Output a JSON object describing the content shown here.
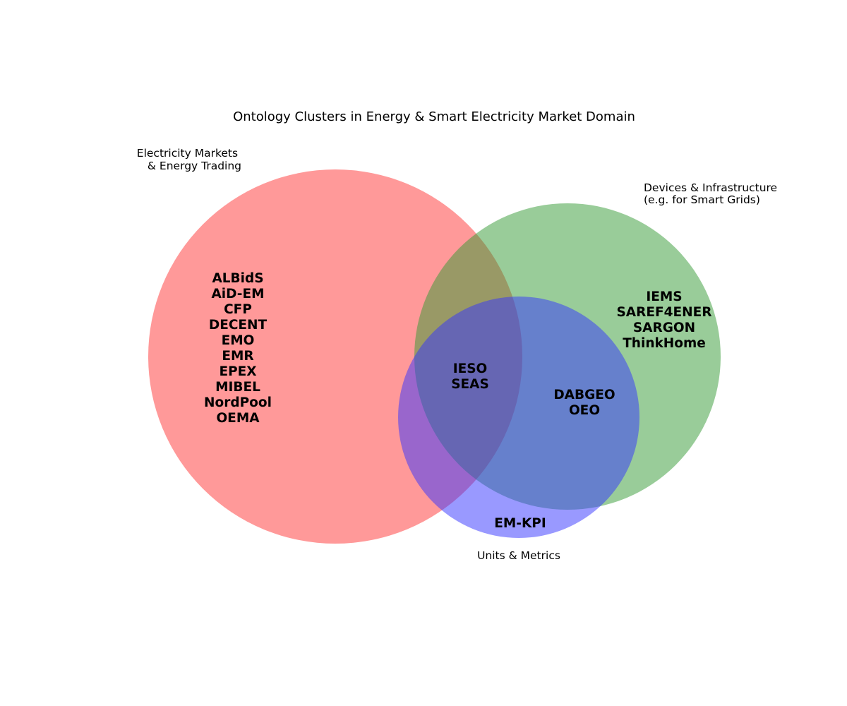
{
  "title": "Ontology Clusters in Energy & Smart Electricity Market Domain",
  "colors": {
    "markets": "#ff3333",
    "devices": "#339933",
    "units": "#3333ff"
  },
  "sets": {
    "markets": {
      "label_line1": "Electricity Markets",
      "label_line2": "& Energy Trading"
    },
    "devices": {
      "label_line1": "Devices & Infrastructure",
      "label_line2": "(e.g. for Smart Grids)"
    },
    "units": {
      "label_line1": "Units & Metrics"
    }
  },
  "regions": {
    "markets_only": [
      "ALBidS",
      "AiD-EM",
      "CFP",
      "DECENT",
      "EMO",
      "EMR",
      "EPEX",
      "MIBEL",
      "NordPool",
      "OEMA"
    ],
    "devices_only": [
      "IEMS",
      "SAREF4ENER",
      "SARGON",
      "ThinkHome"
    ],
    "all_three": [
      "IESO",
      "SEAS"
    ],
    "devices_units": [
      "DABGEO",
      "OEO"
    ],
    "units_only": [
      "EM-KPI"
    ]
  }
}
